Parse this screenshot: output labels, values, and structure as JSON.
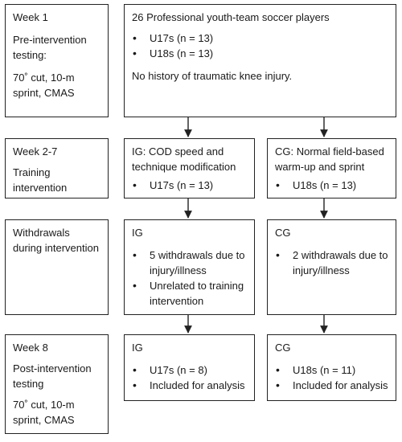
{
  "rows": [
    {
      "label": [
        "Week 1",
        "Pre-intervention testing:",
        "70˚ cut, 10-m sprint, CMAS"
      ],
      "main": {
        "title": "26 Professional youth-team soccer players",
        "items": [
          "U17s (n = 13)",
          "U18s (n = 13)"
        ],
        "note": "No history of traumatic knee injury."
      }
    },
    {
      "label": [
        "Week 2-7",
        "Training intervention"
      ],
      "ig": {
        "title": "IG: COD speed and technique modification",
        "items": [
          "U17s (n = 13)"
        ]
      },
      "cg": {
        "title": "CG: Normal field-based warm-up and sprint",
        "items": [
          "U18s (n = 13)"
        ]
      }
    },
    {
      "label": [
        "Withdrawals during intervention"
      ],
      "ig": {
        "title": "IG",
        "items": [
          "5 withdrawals due to injury/illness",
          "Unrelated to training intervention"
        ]
      },
      "cg": {
        "title": "CG",
        "items": [
          "2 withdrawals due to injury/illness"
        ]
      }
    },
    {
      "label": [
        "Week 8",
        "Post-intervention testing",
        "70˚ cut, 10-m sprint, CMAS"
      ],
      "ig": {
        "title": "IG",
        "items": [
          "U17s (n = 8)",
          "Included for analysis"
        ]
      },
      "cg": {
        "title": "CG",
        "items": [
          "U18s (n = 11)",
          "Included for analysis"
        ]
      }
    }
  ]
}
